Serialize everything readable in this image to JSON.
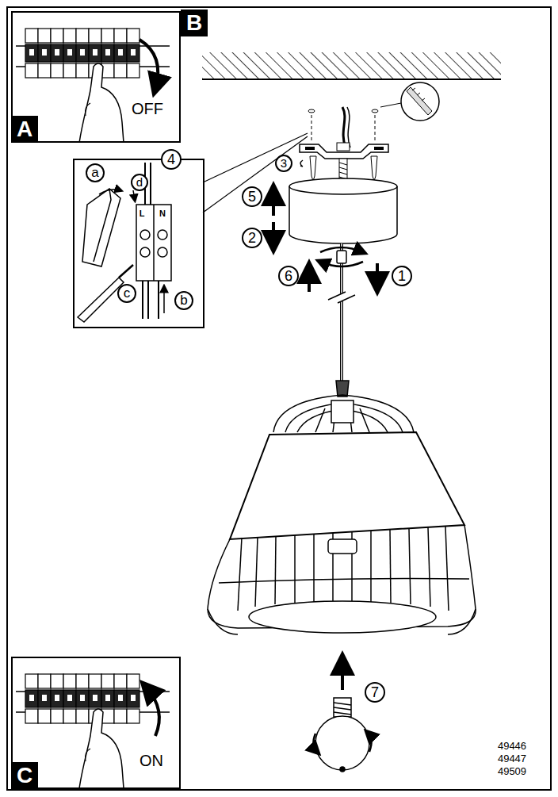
{
  "diagram": {
    "nodes": [
      {
        "text": [
          "B"
        ]
      },
      {
        "text": [
          "A",
          "OFF"
        ],
        "in": 0
      },
      {
        "text": [
          "4"
        ],
        "in": 0
      },
      {
        "text": [
          "C",
          "ON"
        ],
        "in": 0
      }
    ],
    "labels": [
      "3",
      "5",
      "2",
      "6",
      "1",
      "7",
      "a",
      "d",
      "L",
      "N",
      "c",
      "b",
      "49446",
      "49447",
      "49509"
    ]
  }
}
